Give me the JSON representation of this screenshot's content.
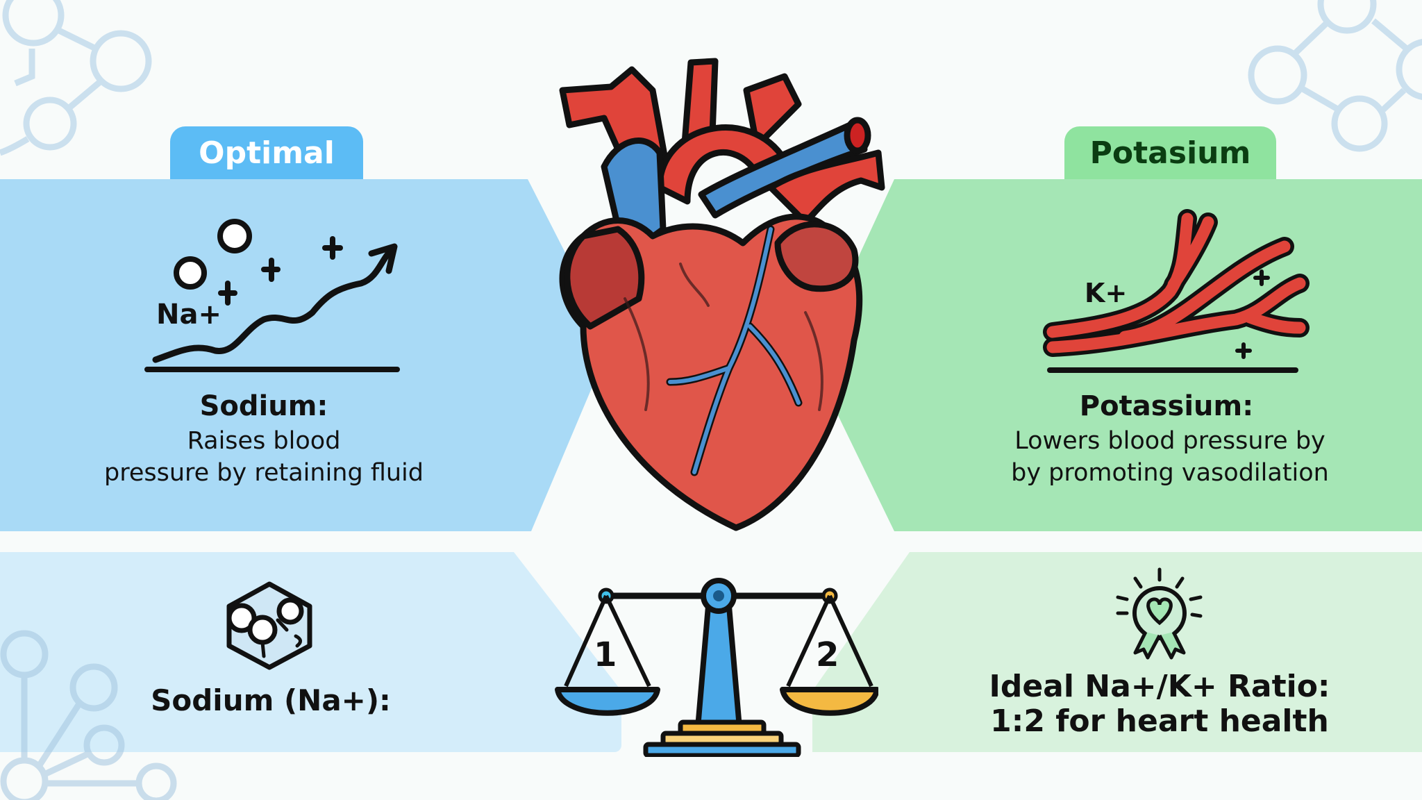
{
  "tabs": {
    "left_label": "Optimal",
    "right_label": "Potasium"
  },
  "left_card": {
    "ion_label": "Na+",
    "plus_signs": [
      "+",
      "+",
      "+"
    ],
    "title": "Sodium:",
    "description_line1": "Raises blood",
    "description_line2": "pressure by retaining fluid"
  },
  "right_card": {
    "ion_label": "K+",
    "plus_signs": [
      "+",
      "+"
    ],
    "title": "Potassium:",
    "description_line1": "Lowers blood pressure by",
    "description_line2": "by promoting vasodilation"
  },
  "bottom_left": {
    "label": "Sodium (Na+):"
  },
  "bottom_right": {
    "line1": "Ideal Na+/K+ Ratio:",
    "line2": "1:2 for heart health"
  },
  "scale": {
    "left_value": "1",
    "right_value": "2"
  },
  "colors": {
    "sodium_blue": "#5cbcf5",
    "sodium_panel": "#a9daf6",
    "potassium_green": "#8fe39f",
    "potassium_panel": "#a5e6b5",
    "heart_red": "#e0443a",
    "vein_blue": "#4a90d0",
    "scale_gold": "#f4b942"
  }
}
